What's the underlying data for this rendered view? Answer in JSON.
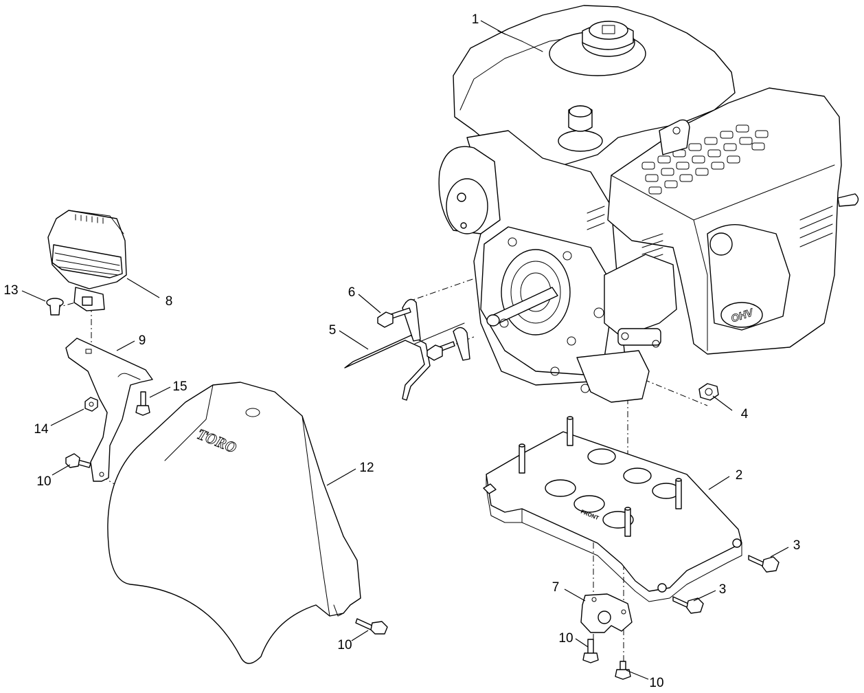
{
  "diagram": {
    "colors": {
      "line": "#000000",
      "background": "#ffffff"
    },
    "embossed": {
      "shroud_brand": "TORO",
      "engine_badge": "OHV",
      "plate_marking": "FRONT"
    },
    "callouts": [
      {
        "id": "c1",
        "label": "1"
      },
      {
        "id": "c2",
        "label": "2"
      },
      {
        "id": "c3a",
        "label": "3"
      },
      {
        "id": "c3b",
        "label": "3"
      },
      {
        "id": "c4",
        "label": "4"
      },
      {
        "id": "c5",
        "label": "5"
      },
      {
        "id": "c6",
        "label": "6"
      },
      {
        "id": "c7",
        "label": "7"
      },
      {
        "id": "c8",
        "label": "8"
      },
      {
        "id": "c9",
        "label": "9"
      },
      {
        "id": "c10a",
        "label": "10"
      },
      {
        "id": "c10b",
        "label": "10"
      },
      {
        "id": "c10c",
        "label": "10"
      },
      {
        "id": "c10d",
        "label": "10"
      },
      {
        "id": "c12",
        "label": "12"
      },
      {
        "id": "c13",
        "label": "13"
      },
      {
        "id": "c14",
        "label": "14"
      },
      {
        "id": "c15",
        "label": "15"
      }
    ]
  }
}
